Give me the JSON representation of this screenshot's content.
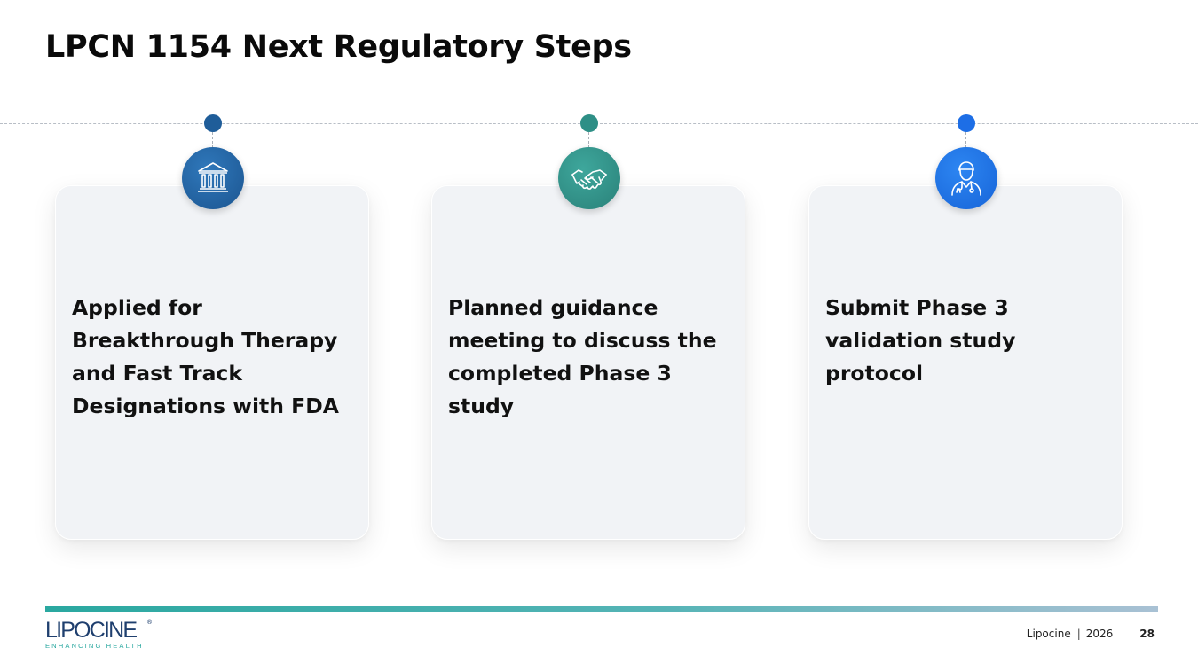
{
  "slide": {
    "title": "LPCN 1154 Next Regulatory Steps"
  },
  "steps": [
    {
      "icon": "institution-building-icon",
      "color": "#1f5d99",
      "text": "Applied for Breakthrough Therapy and Fast Track Designations with FDA"
    },
    {
      "icon": "handshake-icon",
      "color": "#2e8f86",
      "text": "Planned guidance meeting to discuss the completed Phase 3 study"
    },
    {
      "icon": "doctor-icon",
      "color": "#1d6ee6",
      "text": "Submit Phase 3 validation study protocol"
    }
  ],
  "footer": {
    "logo_name": "LIPOCINE",
    "logo_tagline": "ENHANCING HEALTH",
    "company": "Lipocine",
    "separator": "|",
    "year": "2026",
    "page_number": "28"
  }
}
